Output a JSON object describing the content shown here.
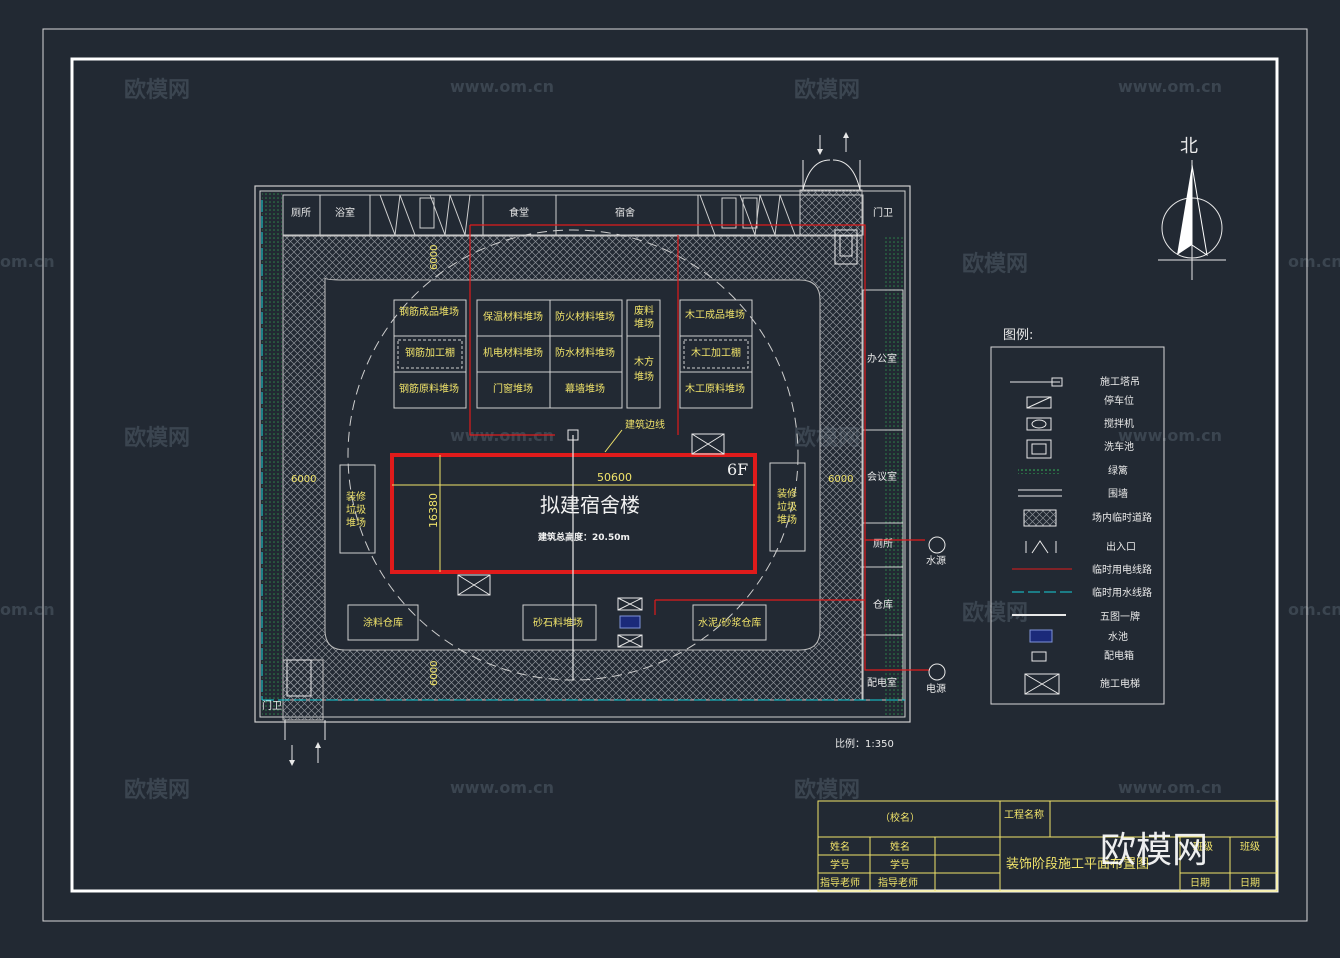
{
  "watermarks": {
    "cn": "欧模网",
    "url": "www.om.cn",
    "partial": "om.cn",
    "logo": "欧模网"
  },
  "north": {
    "label": "北"
  },
  "top_rooms": [
    "厕所",
    "浴室",
    "食堂",
    "宿舍"
  ],
  "gate_label": "门卫",
  "right_rooms": [
    "办公室",
    "会议室",
    "厕所",
    "仓库",
    "配电室"
  ],
  "dim": {
    "top": "6000",
    "left": "6000",
    "right": "6000",
    "bottom": "6000",
    "length": "50600",
    "width": "16380"
  },
  "yards": {
    "steel_finished": "钢筋成品堆场",
    "steel_process": "钢筋加工棚",
    "steel_raw": "钢筋原料堆场",
    "insulation": "保温材料堆场",
    "fireproof": "防火材料堆场",
    "electro": "机电材料堆场",
    "waterproof": "防水材料堆场",
    "window": "门窗堆场",
    "curtain": "幕墙堆场",
    "waste": "废料堆场",
    "timber": "木方堆场",
    "wood_finished": "木工成品堆场",
    "wood_process": "木工加工棚",
    "wood_raw": "木工原料堆场",
    "garbage_left": "装修垃圾堆场",
    "garbage_right": "装修垃圾堆场",
    "paint": "涂料仓库",
    "sand": "砂石料堆场",
    "cement": "水泥/砂浆仓库"
  },
  "building": {
    "name": "拟建宿舍楼",
    "floors": "6F",
    "height_label": "建筑总高度：20.50m",
    "edge_label": "建筑边线"
  },
  "water_source": "水源",
  "power_source": "电源",
  "scale": "比例：1:350",
  "legend": {
    "title": "图例:",
    "items": [
      {
        "icon": "crane-icon",
        "label": "施工塔吊"
      },
      {
        "icon": "parking-icon",
        "label": "停车位"
      },
      {
        "icon": "mixer-icon",
        "label": "搅拌机"
      },
      {
        "icon": "carwash-icon",
        "label": "洗车池"
      },
      {
        "icon": "greenbelt-icon",
        "label": "绿篱"
      },
      {
        "icon": "wall-icon",
        "label": "围墙"
      },
      {
        "icon": "road-icon",
        "label": "场内临时道路"
      },
      {
        "icon": "entrance-icon",
        "label": "出入口"
      },
      {
        "icon": "power-line-icon",
        "label": "临时用电线路"
      },
      {
        "icon": "water-line-icon",
        "label": "临时用水线路"
      },
      {
        "icon": "board-icon",
        "label": "五图一牌"
      },
      {
        "icon": "pool-icon",
        "label": "水池"
      },
      {
        "icon": "distribution-box-icon",
        "label": "配电箱"
      },
      {
        "icon": "elevator-icon",
        "label": "施工电梯"
      }
    ]
  },
  "title_block": {
    "school": "（校名）",
    "project_label": "工程名称",
    "name_label": "姓名",
    "id_label": "学号",
    "teacher_label": "指导老师",
    "title": "装饰阶段施工平面布置图",
    "class_label": "班级",
    "date_label": "日期"
  },
  "colors": {
    "background": "#222933",
    "red_line": "#e01b1b",
    "cyan_line": "#17d0d8",
    "yellow_text": "#f0e36a"
  }
}
